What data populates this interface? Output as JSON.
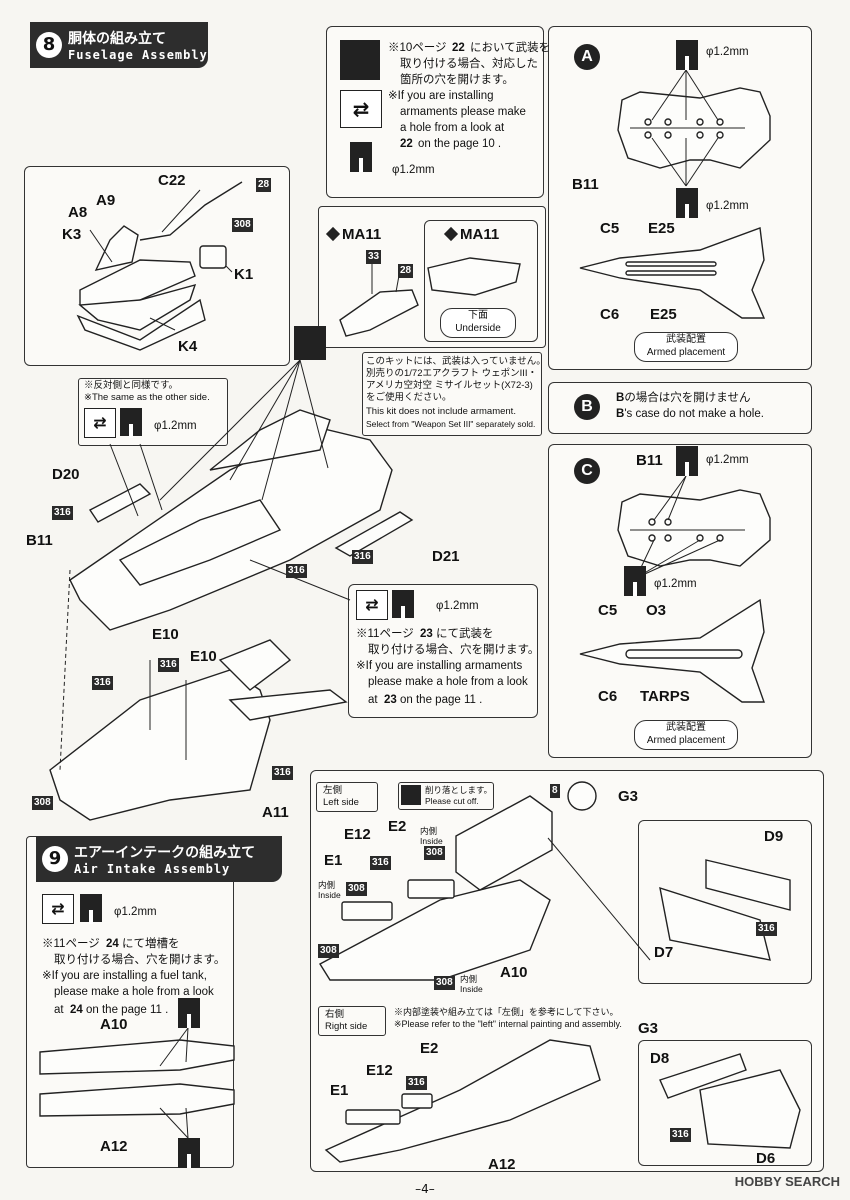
{
  "step8": {
    "number": "8",
    "title_jp": "胴体の組み立て",
    "title_en": "Fuselage Assembly"
  },
  "step9": {
    "number": "9",
    "title_jp": "エアーインテークの組み立て",
    "title_en": "Air Intake Assembly"
  },
  "top_note": {
    "lines": [
      "※10ページ",
      "において武装を",
      "取り付ける場合、対応した",
      "箇所の穴を開けます。",
      "※If you are installing",
      "armaments please make",
      "a hole from a look at",
      "on the page 10 ."
    ],
    "ref": "22",
    "drill": "φ1.2mm"
  },
  "callA": {
    "letter": "A",
    "drill_top": "φ1.2mm",
    "drill_bottom": "φ1.2mm",
    "labels": [
      "B11",
      "C5",
      "E25",
      "C6",
      "E25"
    ],
    "pill_jp": "武装配置",
    "pill_en": "Armed placement"
  },
  "callB": {
    "letter": "B",
    "line_jp": "の場合は穴を開けません",
    "line_en": "'s case do not make a hole."
  },
  "callC": {
    "letter": "C",
    "drill_top": "φ1.2mm",
    "drill_bottom": "φ1.2mm",
    "labels": [
      "B11",
      "C5",
      "O3",
      "C6",
      "TARPS"
    ],
    "pill_jp": "武装配置",
    "pill_en": "Armed placement"
  },
  "subassy1": {
    "labels": [
      "A8",
      "K3",
      "A9",
      "C22",
      "K1",
      "K4"
    ],
    "refs": [
      "28",
      "308"
    ]
  },
  "subassy2": {
    "labels": [
      "MA11",
      "MA11"
    ],
    "refs": [
      "33",
      "28"
    ],
    "pill_jp": "下面",
    "pill_en": "Underside"
  },
  "armament_note": {
    "lines": [
      "このキットには、武装は入っていません。",
      "別売りの1/72エアクラフト ウェポンIII・",
      "アメリカ空対空 ミサイルセット(X72-3)",
      "をご使用ください。",
      "This kit does not include armament.",
      "Select from \"Weapon Set III\" separately sold."
    ]
  },
  "same_note": {
    "lines": [
      "※反対側と同様です。",
      "※The same as the other side."
    ],
    "drill": "φ1.2mm"
  },
  "main_labels": {
    "D20": "D20",
    "B11": "B11",
    "D21": "D21",
    "E10a": "E10",
    "E10b": "E10",
    "A11": "A11"
  },
  "refs_main": [
    "316",
    "316",
    "316",
    "316",
    "316",
    "316",
    "308"
  ],
  "note11": {
    "drill": "φ1.2mm",
    "lines": [
      "※11ページ",
      "にて武装を",
      "取り付ける場合、穴を開けます。",
      "※If you are installing armaments",
      "please make a hole from a look",
      "at",
      "on the page 11 ."
    ],
    "ref": "23"
  },
  "left_side": {
    "title_jp": "左側",
    "title_en": "Left side",
    "cut_jp": "削り落とします。",
    "cut_en": "Please cut off.",
    "labels": [
      "E12",
      "E2",
      "E1",
      "A10",
      "G3",
      "D9",
      "D7"
    ],
    "refs": [
      "8",
      "316",
      "308",
      "308",
      "308",
      "308",
      "316"
    ],
    "inside1": "内側 Inside",
    "inside2": "内側 Inside",
    "inside3": "内側 Inside"
  },
  "note9": {
    "drill": "φ1.2mm",
    "lines": [
      "※11ページ",
      "にて増槽を",
      "取り付ける場合、穴を開けます。",
      "※If you are installing a fuel tank,",
      "please make a hole from a look",
      "at",
      "on the page 11 ."
    ],
    "ref": "24",
    "labels": [
      "A10",
      "A12"
    ]
  },
  "right_side": {
    "title_jp": "右側",
    "title_en": "Right side",
    "lines": [
      "※内部塗装や組み立ては「左側」を参考にして下さい。",
      "※Please refer to the \"left\" internal painting  and assembly."
    ],
    "labels": [
      "G3",
      "E2",
      "E12",
      "E1",
      "A12",
      "D8",
      "D6"
    ],
    "refs": [
      "316",
      "316"
    ]
  },
  "page": "–4–",
  "watermark": "HOBBY SEARCH"
}
